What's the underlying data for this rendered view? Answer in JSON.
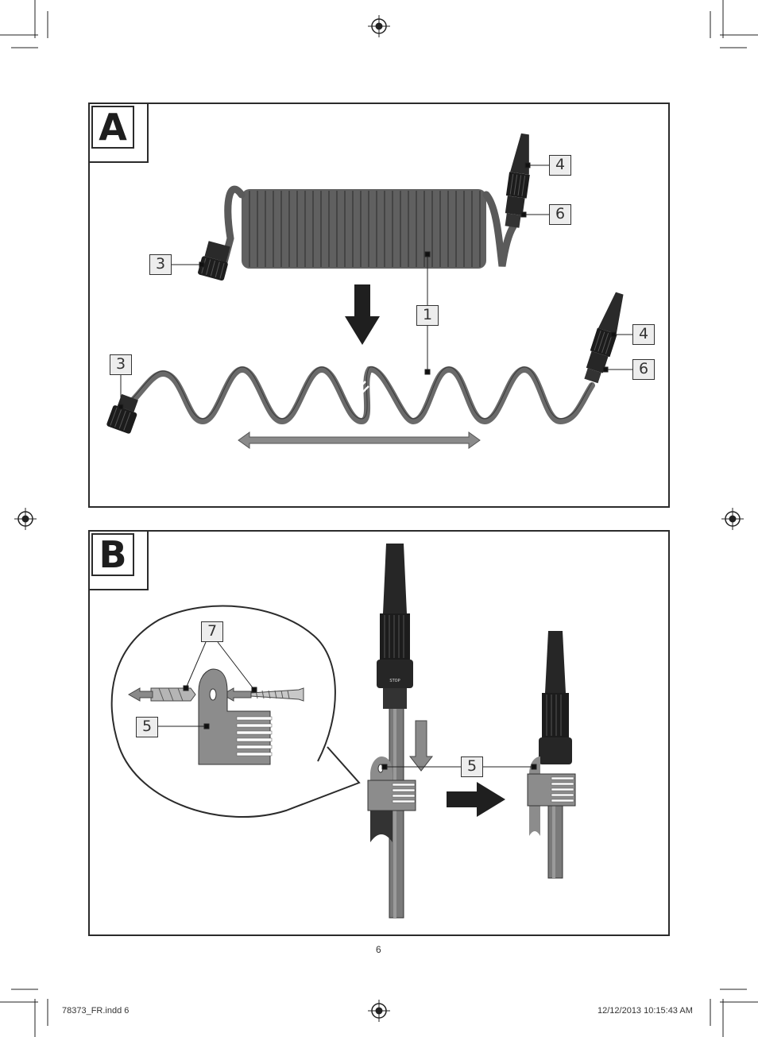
{
  "panels": {
    "a": {
      "letter": "A"
    },
    "b": {
      "letter": "B"
    }
  },
  "callouts": {
    "a_top_4": "4",
    "a_top_6": "6",
    "a_top_3": "3",
    "a_1": "1",
    "a_bottom_4": "4",
    "a_bottom_6": "6",
    "a_bottom_3": "3",
    "b_7": "7",
    "b_5_detail": "5",
    "b_5_main": "5"
  },
  "page_number": "6",
  "footer": {
    "file": "78373_FR.indd   6",
    "timestamp": "12/12/2013   10:15:43 AM"
  },
  "labels": {
    "stop_text": "STOP"
  },
  "colors": {
    "hose": "#6e6e6e",
    "hose_dark": "#4a4a4a",
    "connector": "#2a2a2a",
    "arrow_dark": "#1f1f1f",
    "arrow_grey": "#8a8a8a",
    "holder": "#8c8c8c"
  }
}
